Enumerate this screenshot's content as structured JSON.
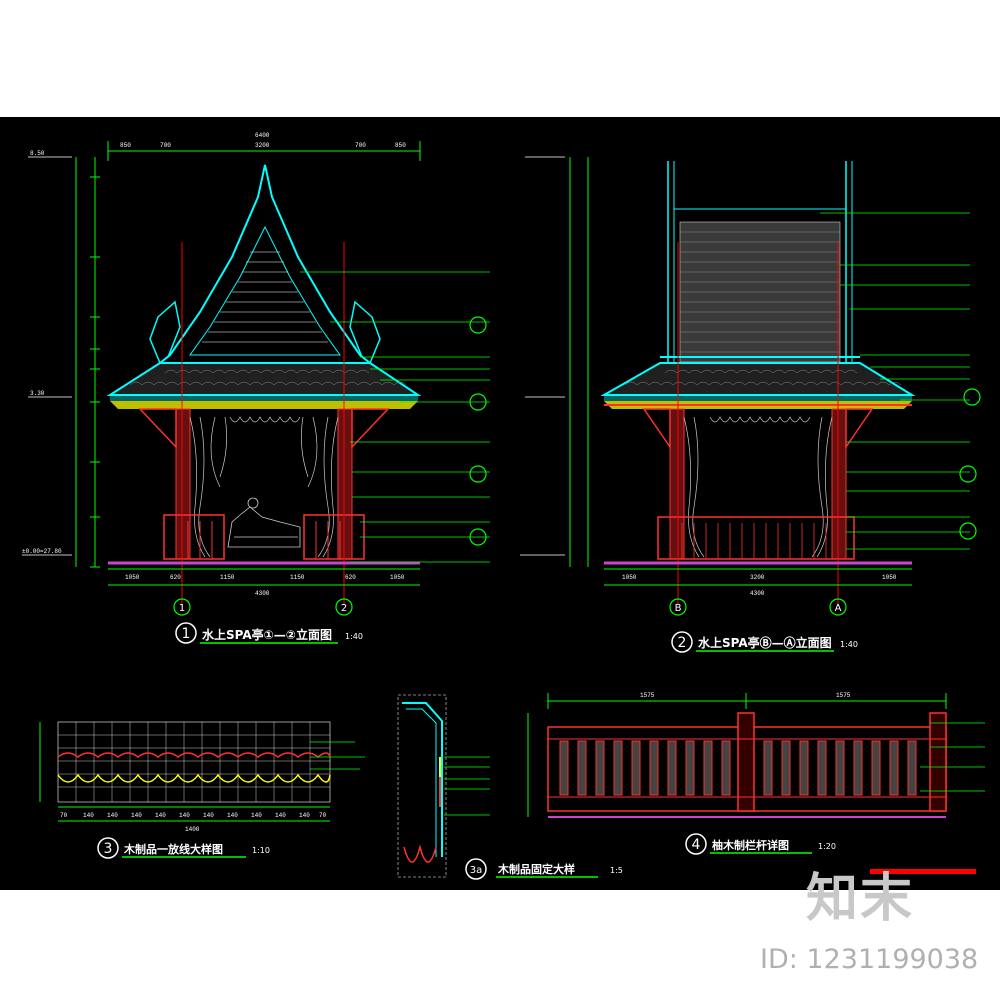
{
  "drawings": [
    {
      "number": "1",
      "title": "水上SPA亭①—②立面图",
      "scale": "1:40",
      "grid_labels": [
        "1",
        "2"
      ]
    },
    {
      "number": "2",
      "title": "水上SPA亭Ⓑ—Ⓐ立面图",
      "scale": "1:40",
      "grid_labels": [
        "B",
        "A"
      ]
    },
    {
      "number": "3",
      "title": "木制品一放线大样图",
      "scale": "1:10"
    },
    {
      "number": "3a",
      "title": "木制品固定大样",
      "scale": "1:5"
    },
    {
      "number": "4",
      "title": "柚木制栏杆详图",
      "scale": "1:20"
    }
  ],
  "dimensions": {
    "elev1_top": [
      "850",
      "700",
      "3200",
      "700",
      "850"
    ],
    "elev1_top_total": "6400",
    "elev1_bottom": [
      "1050",
      "620",
      "1150",
      "1150",
      "620",
      "1050"
    ],
    "elev1_bottom_total": "4300",
    "elev2_bottom": [
      "1050",
      "3200",
      "1050"
    ],
    "elev2_bottom_total": "4300",
    "railing_top": [
      "1575",
      "1575"
    ],
    "detail3_bottom": [
      "70",
      "140",
      "140",
      "140",
      "140",
      "140",
      "140",
      "140",
      "140",
      "140",
      "140",
      "70"
    ],
    "detail3_total": "1400",
    "level_top": "8.50",
    "level_mid": "3.30",
    "level_base": "±0.00=27.80"
  },
  "colors": {
    "background": "#000000",
    "roof": "#00ffff",
    "leader": "#00ff00",
    "axis": "#ff0000",
    "wood": "#ff3030",
    "ground": "#cc44cc",
    "fringe": "#ffff00"
  },
  "watermark": {
    "brand": "知末",
    "id": "ID: 1231199038"
  }
}
